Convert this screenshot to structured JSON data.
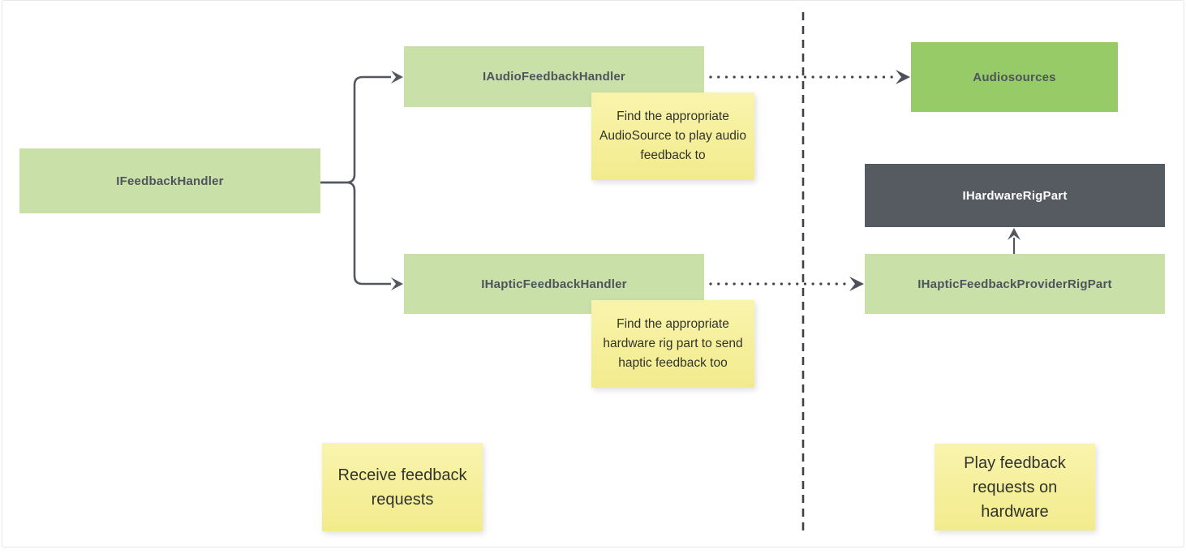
{
  "colors": {
    "light_green": "#c9e1a8",
    "medium_green": "#96cb68",
    "dark_slate": "#565a61",
    "node_label": "#4d545b",
    "node_label_inverse": "#ffffff",
    "sticky_top": "#f9f4ac",
    "sticky_bottom": "#f2eb8d",
    "sticky_text": "#32332c",
    "connector": "#54575d",
    "frame_border": "#e7e7e7"
  },
  "nodes": {
    "feedback_handler": {
      "label": "IFeedbackHandler"
    },
    "audio_feedback_handler": {
      "label": "IAudioFeedbackHandler"
    },
    "haptic_feedback_handler": {
      "label": "IHapticFeedbackHandler"
    },
    "audiosources": {
      "label": "Audiosources"
    },
    "hardware_rig_part": {
      "label": "IHardwareRigPart"
    },
    "haptic_provider_rig_part": {
      "label": "IHapticFeedbackProviderRigPart"
    }
  },
  "notes": {
    "audio": {
      "text": "Find the appropriate AudioSource to play audio feedback to"
    },
    "haptic": {
      "text": "Find the appropriate hardware rig part to send haptic feedback too"
    },
    "receive": {
      "text": "Receive feedback requests"
    },
    "play": {
      "text": "Play feedback requests on hardware"
    }
  }
}
